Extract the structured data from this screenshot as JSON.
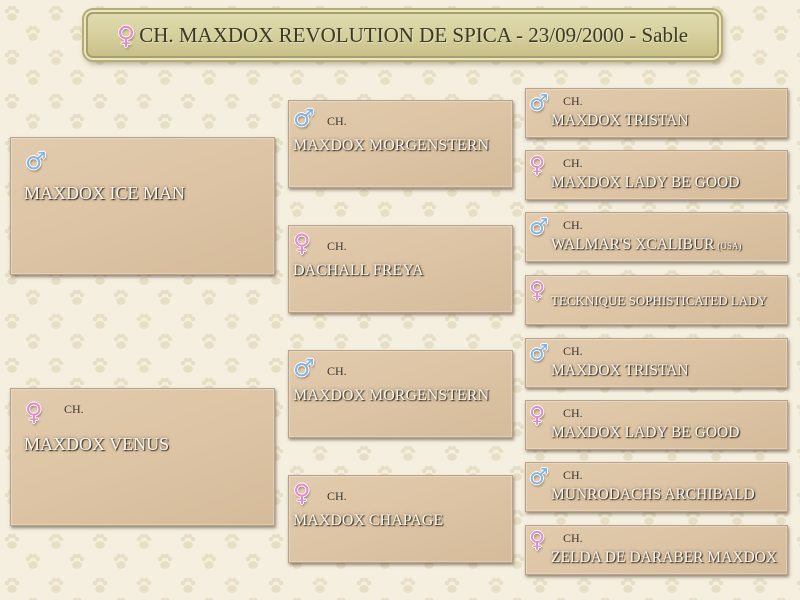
{
  "banner": {
    "icon": "female-icon",
    "text": "CH. MAXDOX REVOLUTION DE SPICA - 23/09/2000 - Sable"
  },
  "colors": {
    "male-icon": "#87b4de",
    "female-icon": "#e68ac6",
    "box_fill": "#dcc4a4",
    "name_text": "#fcf7ed",
    "title_text": "#3b3127",
    "banner_fill": "#d5cf9b",
    "banner_text": "#3b3923",
    "page_background": "#f4efdf"
  },
  "generations": [
    [
      {
        "icon": "male-icon",
        "name": "MAXDOX ICE MAN"
      },
      {
        "icon": "female-icon",
        "title": "CH.",
        "name": "MAXDOX VENUS"
      }
    ],
    [
      {
        "icon": "male-icon",
        "title": "CH.",
        "name": "MAXDOX MORGENSTERN"
      },
      {
        "icon": "female-icon",
        "title": "CH.",
        "name": "DACHALL FREYA"
      },
      {
        "icon": "male-icon",
        "title": "CH.",
        "name": "MAXDOX MORGENSTERN"
      },
      {
        "icon": "female-icon",
        "title": "CH.",
        "name": "MAXDOX CHAPAGE"
      }
    ],
    [
      {
        "icon": "male-icon",
        "title": "CH.",
        "name": "MAXDOX TRISTAN"
      },
      {
        "icon": "female-icon",
        "title": "CH.",
        "name": "MAXDOX LADY BE GOOD"
      },
      {
        "icon": "male-icon",
        "title": "CH.",
        "name": "WALMAR'S XCALIBUR",
        "suffix": "(USA)"
      },
      {
        "icon": "female-icon",
        "name": "TECKNIQUE SOPHISTICATED LADY"
      },
      {
        "icon": "male-icon",
        "title": "CH.",
        "name": "MAXDOX TRISTAN"
      },
      {
        "icon": "female-icon",
        "title": "CH.",
        "name": "MAXDOX LADY BE GOOD"
      },
      {
        "icon": "male-icon",
        "title": "CH.",
        "name": "MUNRODACHS ARCHIBALD"
      },
      {
        "icon": "female-icon",
        "title": "CH.",
        "name": "ZELDA DE DARABER MAXDOX"
      }
    ]
  ]
}
